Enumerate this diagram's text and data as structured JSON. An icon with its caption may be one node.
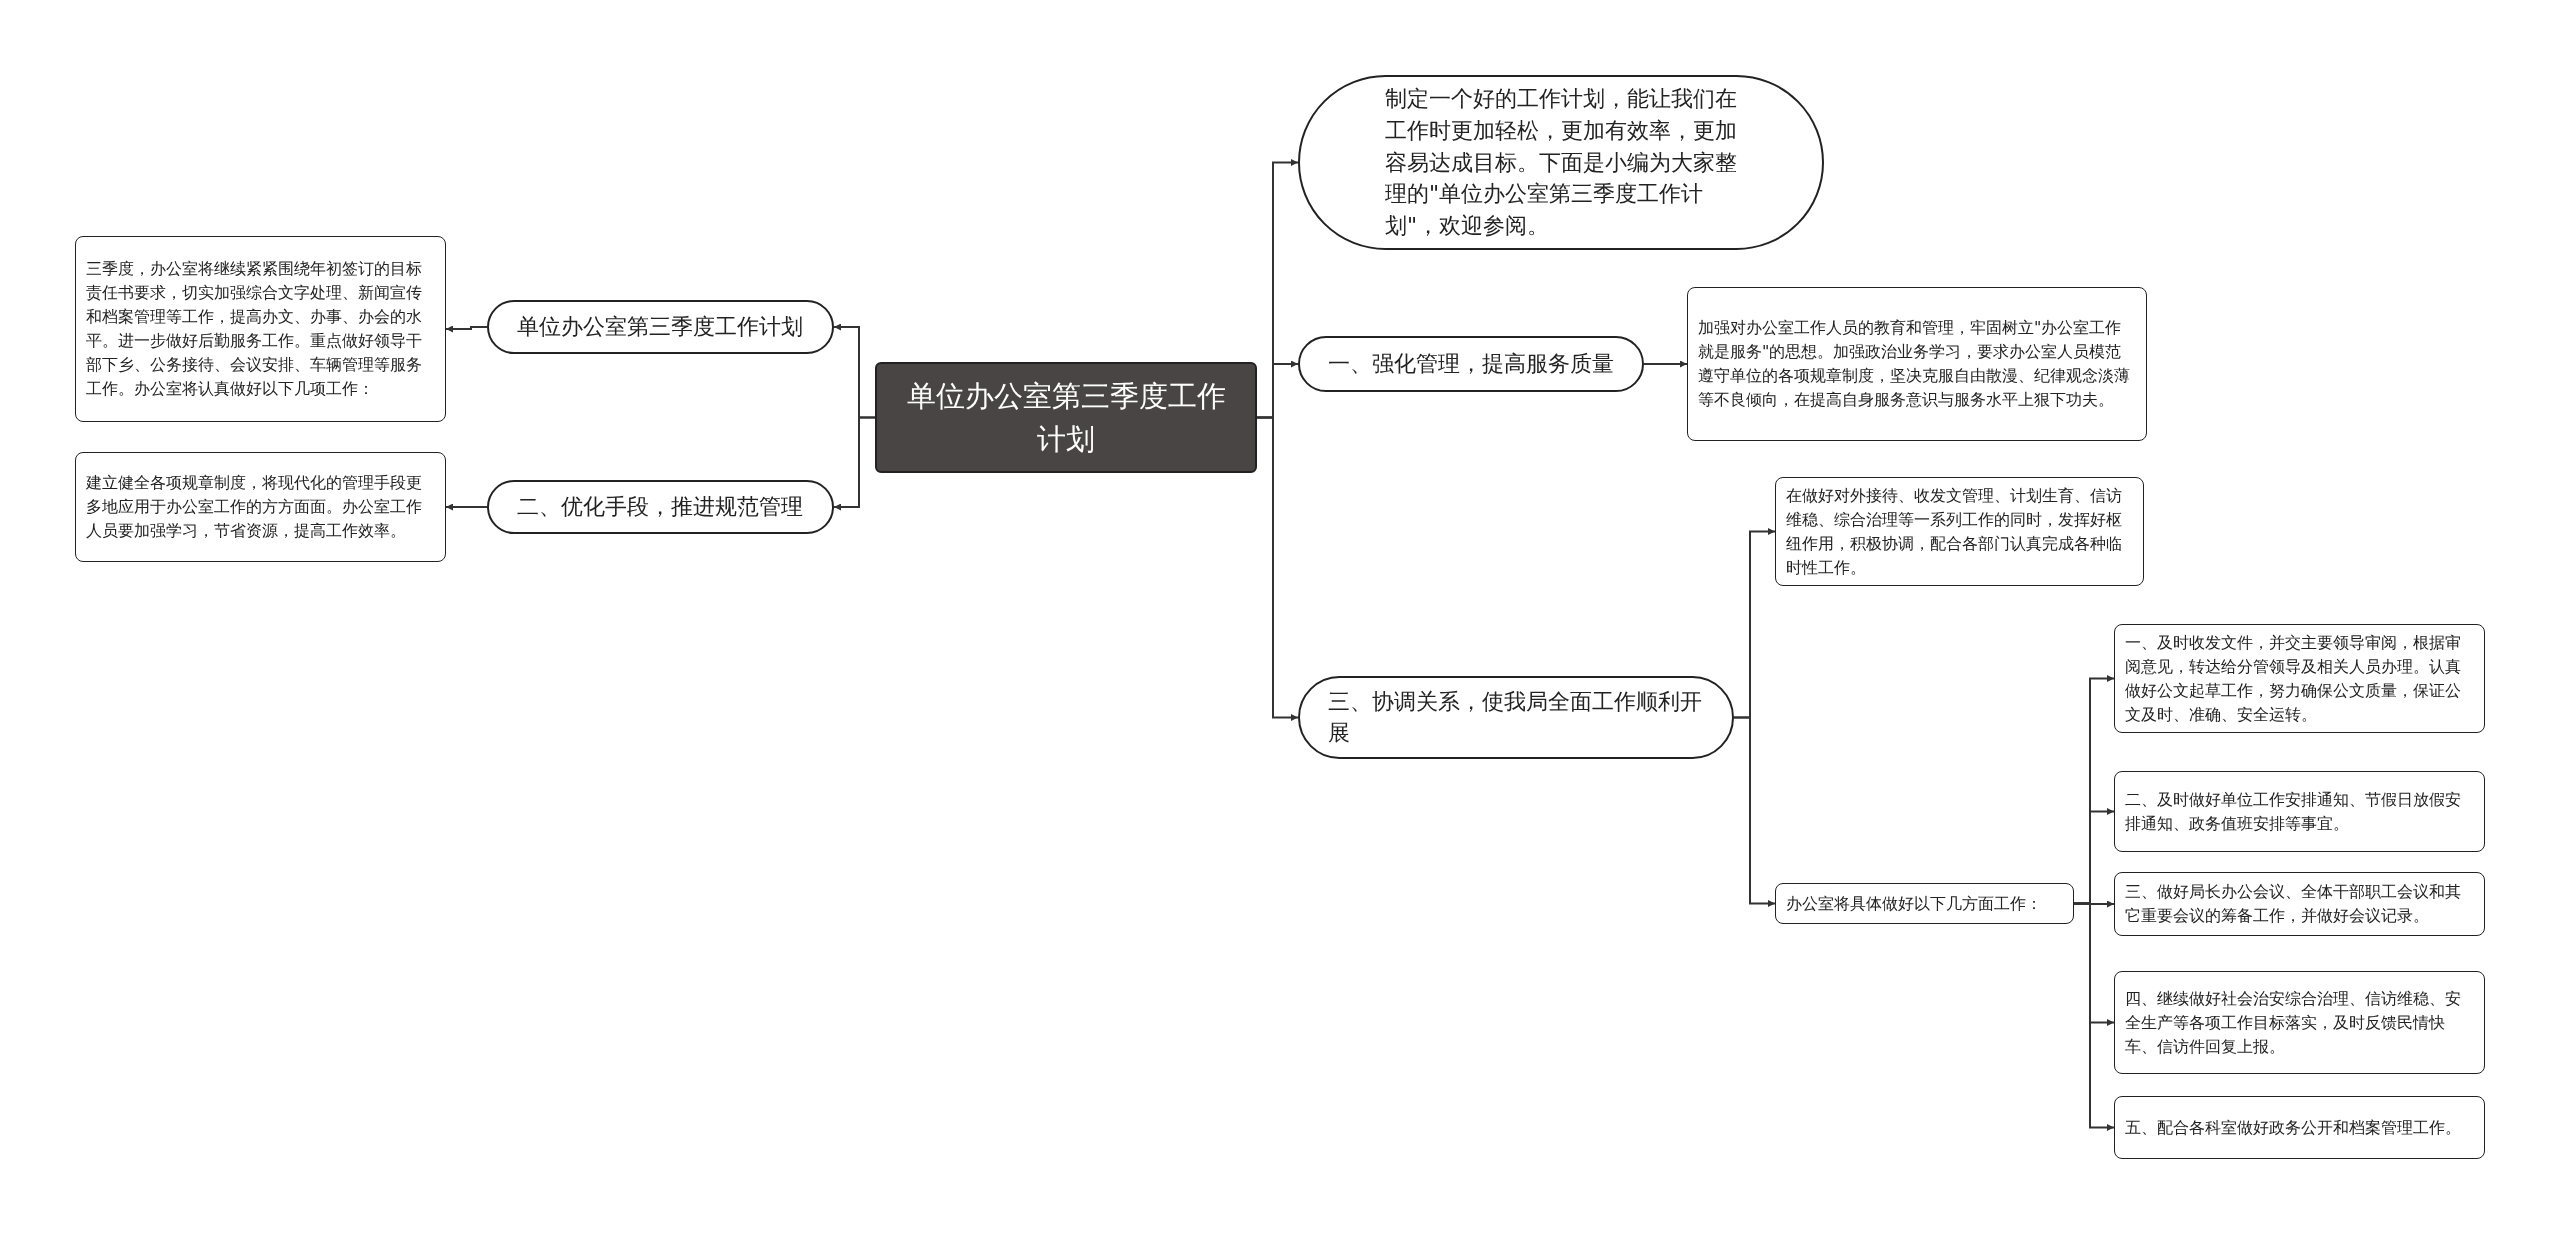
{
  "diagram": {
    "nodes": [
      {
        "text": [
          "单位办公室第三季度工作计划"
        ]
      },
      {
        "text": [
          "制定一个好的工作计划，能让我们在工作时更加轻松，更加有效率，更加容易达成目标。下面是小编为大家整理的\"单位办公室第三季度工作计划\"，欢迎参阅。"
        ]
      },
      {
        "text": [
          "一、强化管理，提高服务质量"
        ]
      },
      {
        "text": [
          "加强对办公室工作人员的教育和管理，牢固树立\"办公室工作就是服务\"的思想。加强政治业务学习，要求办公室人员模范遵守单位的各项规章制度，坚决克服自由散漫、纪律观念淡薄等不良倾向，在提高自身服务意识与服务水平上狠下功夫。"
        ]
      },
      {
        "text": [
          "三、协调关系，使我局全面工作顺利开展"
        ]
      },
      {
        "text": [
          "在做好对外接待、收发文管理、计划生育、信访维稳、综合治理等一系列工作的同时，发挥好枢纽作用，积极协调，配合各部门认真完成各种临时性工作。"
        ]
      },
      {
        "text": [
          "办公室将具体做好以下几方面工作："
        ]
      },
      {
        "text": [
          "一、及时收发文件，并交主要领导审阅，根据审阅意见，转达给分管领导及相关人员办理。认真做好公文起草工作，努力确保公文质量，保证公文及时、准确、安全运转。"
        ]
      },
      {
        "text": [
          "二、及时做好单位工作安排通知、节假日放假安排通知、政务值班安排等事宜。"
        ]
      },
      {
        "text": [
          "三、做好局长办公会议、全体干部职工会议和其它重要会议的筹备工作，并做好会议记录。"
        ]
      },
      {
        "text": [
          "四、继续做好社会治安综合治理、信访维稳、安全生产等各项工作目标落实，及时反馈民情快车、信访件回复上报。"
        ]
      },
      {
        "text": [
          "五、配合各科室做好政务公开和档案管理工作。"
        ]
      },
      {
        "text": [
          "单位办公室第三季度工作计划"
        ]
      },
      {
        "text": [
          "三季度，办公室将继续紧紧围绕年初签订的目标责任书要求，切实加强综合文字处理、新闻宣传和档案管理等工作，提高办文、办事、办会的水平。进一步做好后勤服务工作。重点做好领导干部下乡、公务接待、会议安排、车辆管理等服务工作。办公室将认真做好以下几项工作："
        ]
      },
      {
        "text": [
          "二、优化手段，推进规范管理"
        ]
      },
      {
        "text": [
          "建立健全各项规章制度，将现代化的管理手段更多地应用于办公室工作的方方面面。办公室工作人员要加强学习，节省资源，提高工作效率。"
        ]
      }
    ],
    "edges": [
      {
        "from": 0,
        "to": 1,
        "arrow": "to"
      },
      {
        "from": 0,
        "to": 2,
        "arrow": "to"
      },
      {
        "from": 0,
        "to": 4,
        "arrow": "to"
      },
      {
        "from": 2,
        "to": 3,
        "arrow": "to"
      },
      {
        "from": 4,
        "to": 5,
        "arrow": "to"
      },
      {
        "from": 4,
        "to": 6,
        "arrow": "to"
      },
      {
        "from": 6,
        "to": 7,
        "arrow": "to"
      },
      {
        "from": 6,
        "to": 8,
        "arrow": "to"
      },
      {
        "from": 6,
        "to": 9,
        "arrow": "to"
      },
      {
        "from": 6,
        "to": 10,
        "arrow": "to"
      },
      {
        "from": 6,
        "to": 11,
        "arrow": "to"
      },
      {
        "from": 0,
        "to": 12,
        "arrow": "to"
      },
      {
        "from": 0,
        "to": 14,
        "arrow": "to"
      },
      {
        "from": 12,
        "to": 13,
        "arrow": "to"
      },
      {
        "from": 14,
        "to": 15,
        "arrow": "to"
      }
    ]
  }
}
